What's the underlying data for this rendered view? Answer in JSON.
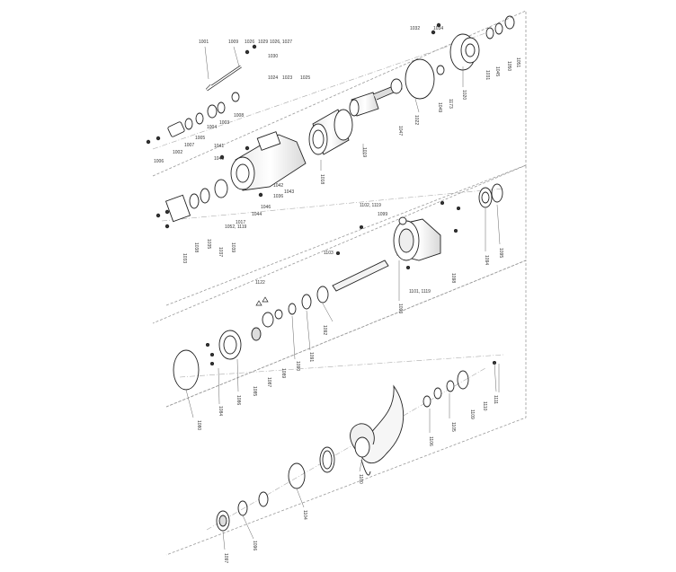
{
  "diagram": {
    "part_labels": [
      "1001",
      "1009",
      "1026",
      "1029",
      "1026, 1027",
      "1030",
      "1025",
      "1024",
      "1023",
      "1003",
      "1004",
      "1005",
      "1008",
      "1002",
      "1007",
      "1006",
      "1041",
      "1040",
      "1042",
      "1043",
      "1017",
      "1052, 1119",
      "1044",
      "1046",
      "1036",
      "1018",
      "1019",
      "1047",
      "1022",
      "1049",
      "1173",
      "1032",
      "1034",
      "1020",
      "1031",
      "1045",
      "1050",
      "1051",
      "1033",
      "1038",
      "1035",
      "1037",
      "1039",
      "1102, 1119",
      "1103",
      "1098",
      "1094",
      "1095",
      "1099",
      "1101, 1119",
      "1093",
      "1122",
      "1092",
      "1091",
      "1090",
      "1089",
      "1087",
      "1085",
      "1084",
      "1086",
      "1080",
      "1111",
      "1110",
      "1109",
      "1105",
      "1106",
      "1100",
      "1104",
      "1097",
      "1096"
    ]
  }
}
